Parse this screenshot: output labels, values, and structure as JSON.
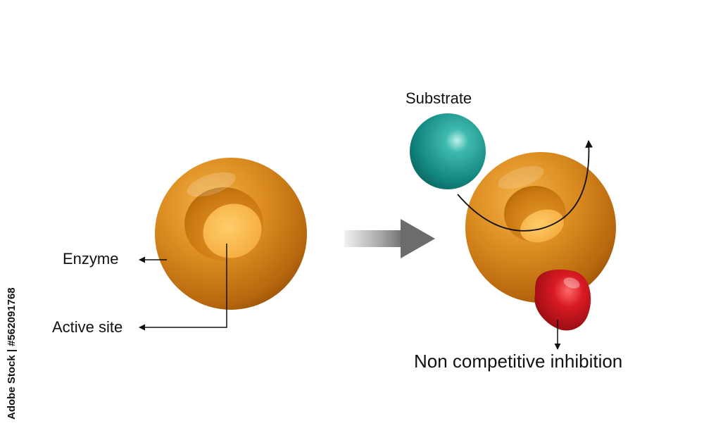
{
  "labels": {
    "enzyme": "Enzyme",
    "active_site": "Active site",
    "substrate": "Substrate",
    "inhibition": "Non competitive inhibition"
  },
  "credit": "Adobe Stock | #562091768",
  "colors": {
    "enzyme": "#d68a1e",
    "active_site": "#f7b24a",
    "substrate": "#159a92",
    "inhibitor": "#c8141e",
    "process_arrow": "#8a8a8a",
    "text": "#111111"
  }
}
